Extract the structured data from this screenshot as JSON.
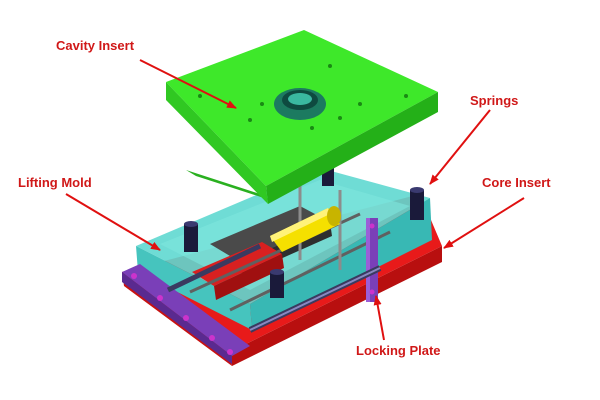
{
  "figure": {
    "labels": {
      "cavity_insert": "Cavity Insert",
      "springs": "Springs",
      "lifting_mold": "Lifting Mold",
      "core_insert": "Core Insert",
      "locking_plate": "Locking Plate"
    },
    "colors": {
      "label_text": "#d01818",
      "arrow": "#e01010",
      "cavity_insert": "#3ee82a",
      "core_insert": "#e81a1a",
      "mold_body": "#5fd8d0",
      "locking_plate": "#7a3fb8",
      "springs": "#1a1a3a",
      "cylinder": "#f5e000",
      "part_dark": "#4a4a4a"
    }
  }
}
